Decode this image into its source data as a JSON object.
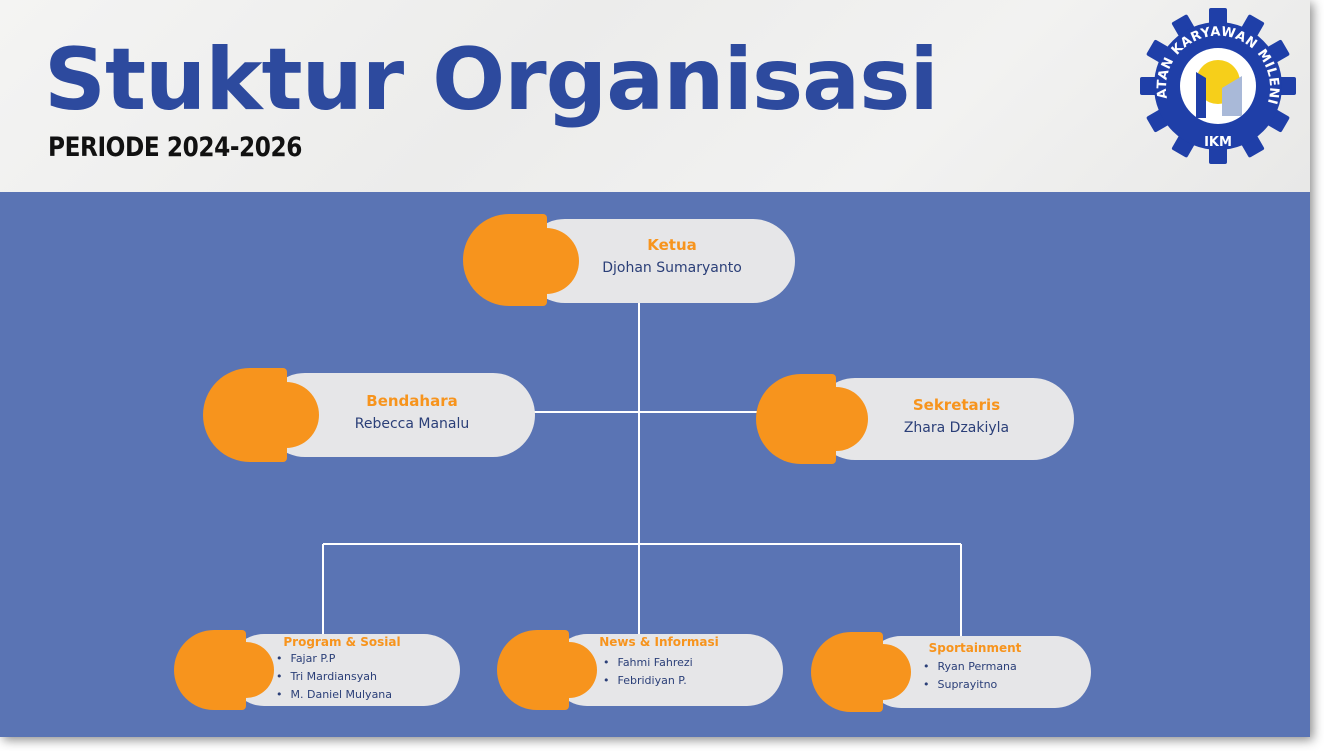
{
  "header": {
    "title": "Stuktur Organisasi",
    "period": "PERIODE 2024-2026"
  },
  "logo": {
    "ring_text": "IKATAN KARYAWAN MILENIA",
    "short": "IKM",
    "colors": {
      "gear": "#1f3fa8",
      "sun": "#f6cf1a",
      "building": "#a9b9d8"
    }
  },
  "colors": {
    "panel": "#5a74b4",
    "accent": "#f7941d",
    "title": "#2d4a9e",
    "pill": "#e6e6e8",
    "name_text": "#2b3f78"
  },
  "org": {
    "ketua": {
      "role": "Ketua",
      "name": "Djohan Sumaryanto"
    },
    "bendahara": {
      "role": "Bendahara",
      "name": "Rebecca Manalu"
    },
    "sekretaris": {
      "role": "Sekretaris",
      "name": "Zhara Dzakiyla"
    },
    "divisions": [
      {
        "role": "Program & Sosial",
        "members": [
          "Fajar P.P",
          "Tri Mardiansyah",
          "M. Daniel Mulyana"
        ]
      },
      {
        "role": "News & Informasi",
        "members": [
          "Fahmi Fahrezi",
          "Febridiyan P."
        ]
      },
      {
        "role": "Sportainment",
        "members": [
          "Ryan Permana",
          "Suprayitno"
        ]
      }
    ]
  }
}
